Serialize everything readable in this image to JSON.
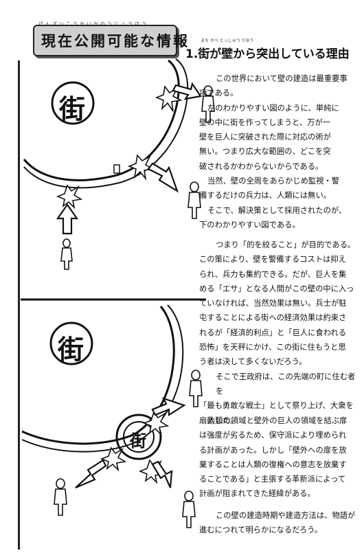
{
  "header": {
    "ruby": "げんざいこうかいかのうじょうほう",
    "title": "現在公開可能な情報"
  },
  "section": {
    "ruby": "まち かべ とっしゅつ りゆう",
    "title": "1.街が壁から突出している理由"
  },
  "diagrams": {
    "top_label": "街",
    "bottom_label": "街",
    "inner_label": "街"
  },
  "paragraphs": [
    [
      "この世界において壁の建造は最重要事",
      "項である。",
      "左のわかりやすい図のように、単純に",
      "壁の中に街を作ってしまうと、万が一",
      "壁を巨人に突破された際に対応の術が",
      "無い。つまり広大な範囲の、どこを突",
      "破されるかわからないからである。",
      "当然、壁の全周をあらかじめ監視・警",
      "備するだけの兵力は、人類には無い。",
      "そこで、解決策として採用されたのが、",
      "下のわかりやすい図である。"
    ],
    [
      "つまり「的を絞ること」が目的である。",
      "この策により、壁を警備するコストは抑え",
      "られ、兵力も集約できる。だが、巨人を集",
      "める「エサ」となる人間がこの壁の中に入っ",
      "ていなければ、当然効果は無い。兵士が駐",
      "屯することによる街への経済効果は約束さ",
      "れるが「経済的利点」と「巨人に食われる",
      "恐怖」を天秤にかけ、この街に住もうと思",
      "う者は決して多くないだろう。",
      "そこで王政府は、この先端の町に住む者を",
      "「最も勇敢な戦士」として祭り上げ、大衆を",
      "扇動した。"
    ],
    [
      "人類の領域と壁外の巨人の領域を結ぶ扉",
      "は強度が劣るため、保守派により埋められ",
      "る計画があった。しかし「壁外への扉を放",
      "棄することは人類の復権への意志を放棄す",
      "ることである」と主張する革新派によって",
      "計画が阻まれてきた経緯がある。"
    ],
    [
      "この壁の建造時期や建造方法は、物語が",
      "進むにつれて明らかになるだろう。"
    ]
  ]
}
